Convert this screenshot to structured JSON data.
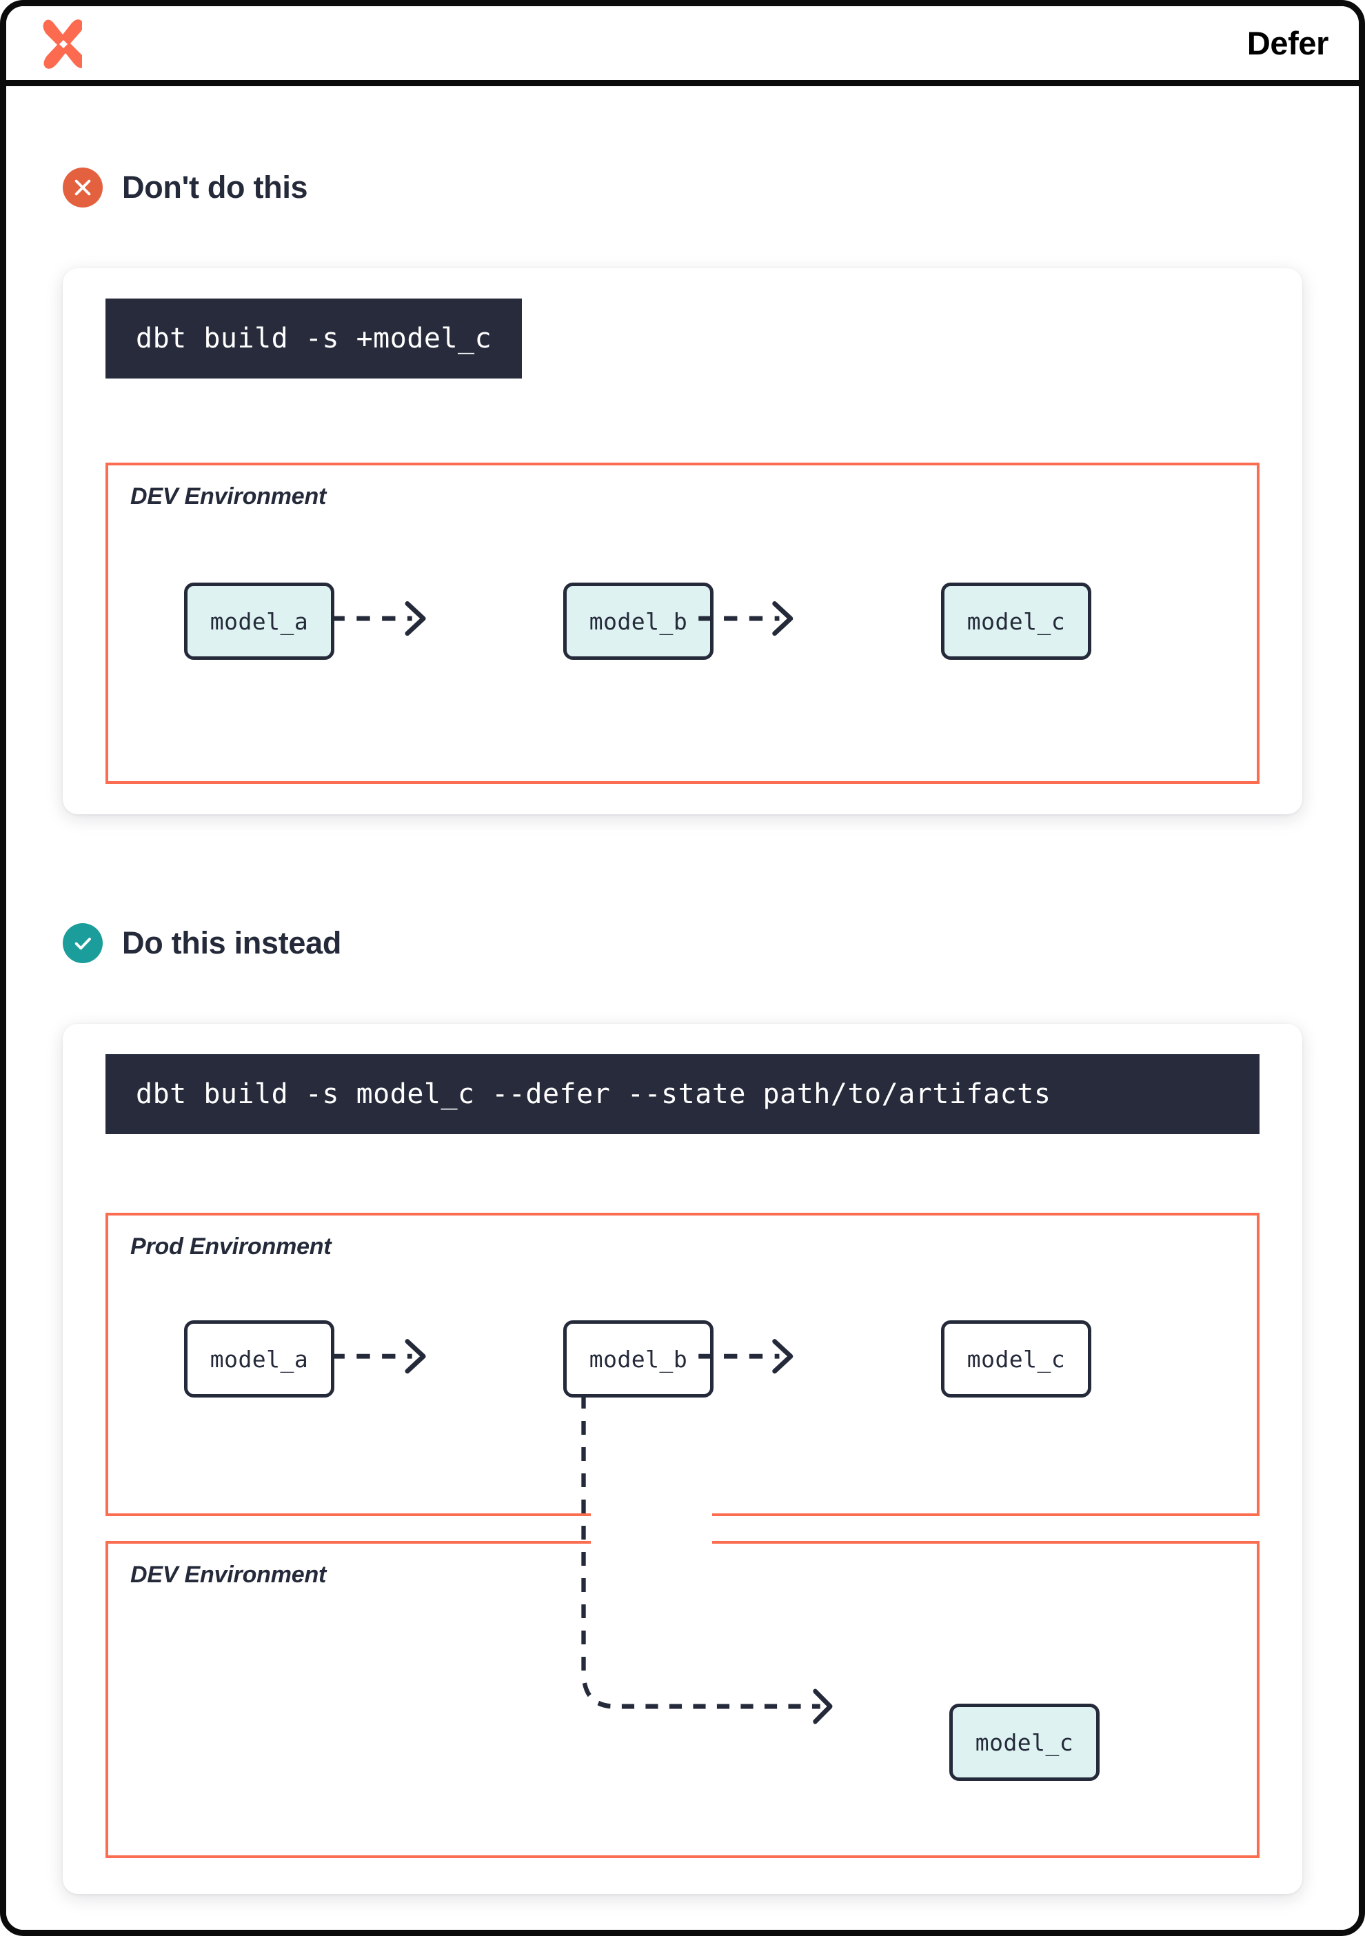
{
  "header": {
    "logo_icon": "dbt-logo-icon",
    "title": "Defer"
  },
  "colors": {
    "accent_orange": "#FB6D50",
    "bad_badge": "#E4613F",
    "good_badge": "#1A9D9B",
    "node_fill_dev": "#DDF2F1",
    "node_border": "#252A3A",
    "code_bg": "#272B3B",
    "text_dark": "#252A3A",
    "page_border": "#0B0B0B"
  },
  "sections": [
    {
      "id": "dont",
      "badge_icon": "x-circle-icon",
      "title": "Don't do this",
      "command": "dbt build -s +model_c",
      "environments": [
        {
          "label": "DEV Environment",
          "nodes": [
            {
              "name": "model_a",
              "style": "filled"
            },
            {
              "name": "model_b",
              "style": "filled"
            },
            {
              "name": "model_c",
              "style": "filled"
            }
          ]
        }
      ]
    },
    {
      "id": "do",
      "badge_icon": "check-circle-icon",
      "title": "Do this instead",
      "command": "dbt build -s model_c --defer --state path/to/artifacts",
      "environments": [
        {
          "label": "Prod Environment",
          "nodes": [
            {
              "name": "model_a",
              "style": "plain"
            },
            {
              "name": "model_b",
              "style": "plain"
            },
            {
              "name": "model_c",
              "style": "plain"
            }
          ]
        },
        {
          "label": "DEV Environment",
          "nodes": [
            {
              "name": "model_c",
              "style": "filled"
            }
          ]
        }
      ]
    }
  ],
  "edges": {
    "dev_lineage": "model_a -> model_b -> model_c",
    "prod_lineage": "model_a -> model_b -> model_c",
    "defer_edge": "prod.model_b -> dev.model_c"
  }
}
